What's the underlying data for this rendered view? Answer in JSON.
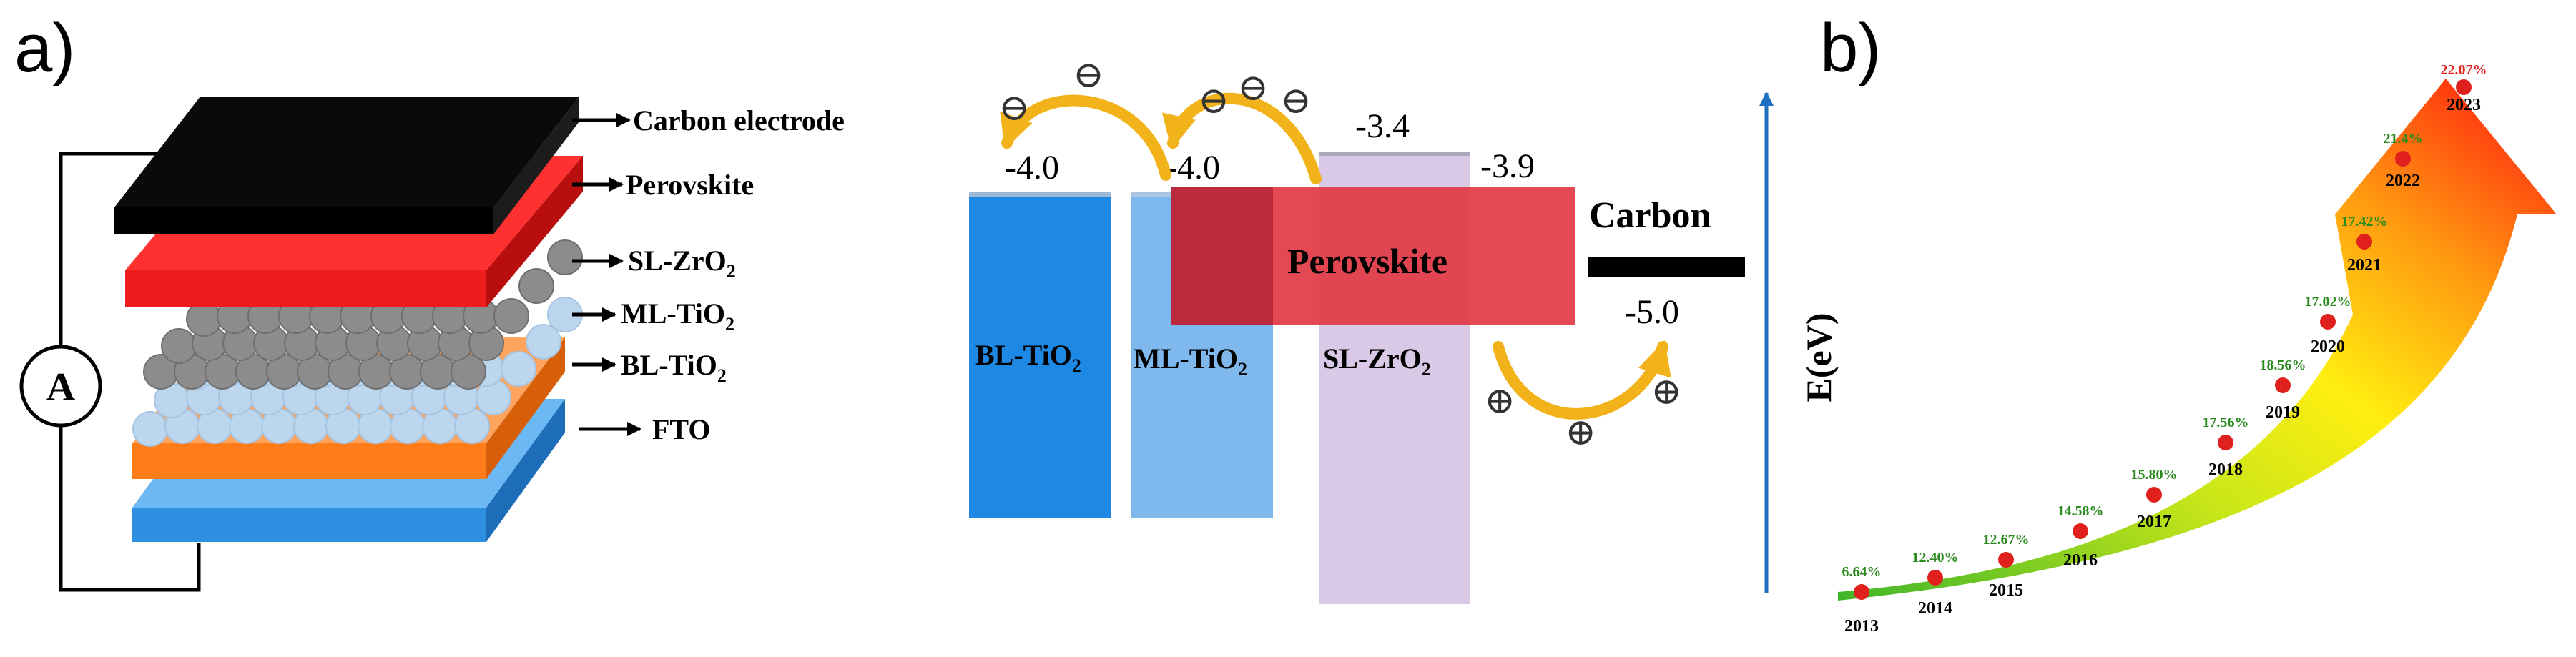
{
  "panel_a": {
    "label": "a)",
    "meter": "A",
    "layers": [
      {
        "name": "Carbon electrode",
        "sub": "",
        "color": "#000000"
      },
      {
        "name": "Perovskite",
        "sub": "",
        "color": "#ff2020"
      },
      {
        "name": "SL-ZrO",
        "sub": "2",
        "color": "#8c8c8c"
      },
      {
        "name": "ML-TiO",
        "sub": "2",
        "color": "#bcd6ee"
      },
      {
        "name": "BL-TiO",
        "sub": "2",
        "color": "#ff7c1a"
      },
      {
        "name": "FTO",
        "sub": "",
        "color": "#2f8fe0"
      }
    ]
  },
  "energy_diagram": {
    "axis_label": "E(eV)",
    "bars": [
      {
        "name": "BL-TiO",
        "sub": "2",
        "level": "-4.0",
        "color": "#1e88e5"
      },
      {
        "name": "ML-TiO",
        "sub": "2",
        "level": "-4.0",
        "color": "#7fb8ec"
      },
      {
        "name": "SL-ZrO",
        "sub": "2",
        "level": "-3.4",
        "color": "#d9c9e6"
      }
    ],
    "perovskite": {
      "name": "Perovskite",
      "lumo": "-3.9",
      "color": "#e23a44"
    },
    "carbon": {
      "name": "Carbon",
      "level": "-5.0"
    },
    "electron_symbol": "⊖",
    "hole_symbol": "⊕"
  },
  "panel_b": {
    "label": "b)",
    "chart_data": {
      "type": "scatter",
      "title": "",
      "xlabel": "",
      "ylabel": "",
      "x": [
        "2013",
        "2014",
        "2015",
        "2016",
        "2017",
        "2018",
        "2019",
        "2020",
        "2021",
        "2022",
        "2023"
      ],
      "values": [
        6.64,
        12.4,
        12.67,
        14.58,
        15.8,
        17.56,
        18.56,
        17.02,
        17.42,
        21.4,
        22.07
      ],
      "value_labels": [
        "6.64%",
        "12.40%",
        "12.67%",
        "14.58%",
        "15.80%",
        "17.56%",
        "18.56%",
        "17.02%",
        "17.42%",
        "21.4%",
        "22.07%"
      ],
      "colors": {
        "point": "#e0201c",
        "label": "#2a8a1e",
        "last_label": "#e0201c",
        "year": "#000000"
      }
    }
  }
}
